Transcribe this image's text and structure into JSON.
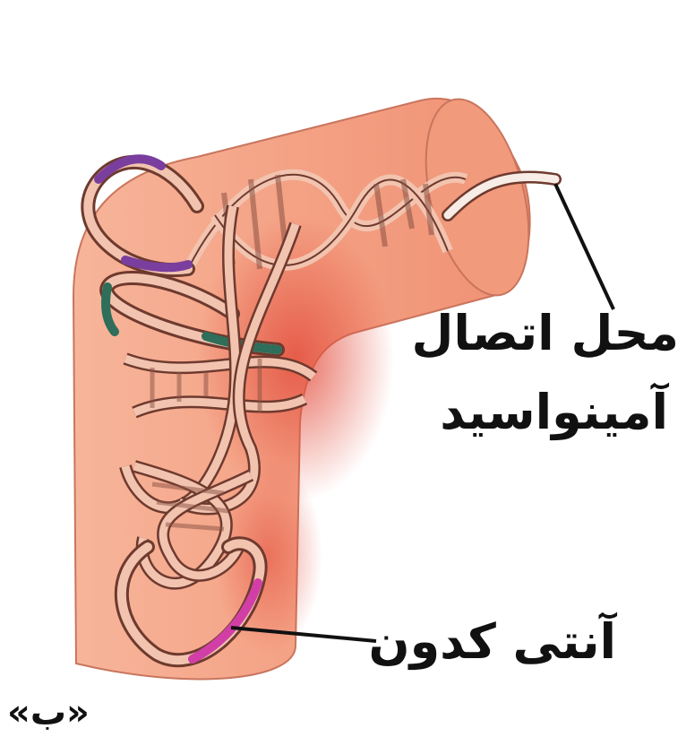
{
  "labels": {
    "amino_site_line1": "محل اتصال",
    "amino_site_line2": "آمینواسید",
    "anticodon": "آنتی کدون",
    "panel": "«ب»"
  },
  "colors": {
    "tube_fill": "#F6A887",
    "tube_shadow": "#E8604F",
    "strand_fill": "#F2C4B0",
    "strand_edge": "#6E3A2E",
    "loop_purple": "#7A3E9E",
    "loop_green": "#2E6E5A",
    "anticodon_magenta": "#D13FA6",
    "pointer": "#111111"
  },
  "icons": [
    "trna-molecule-illustration"
  ]
}
